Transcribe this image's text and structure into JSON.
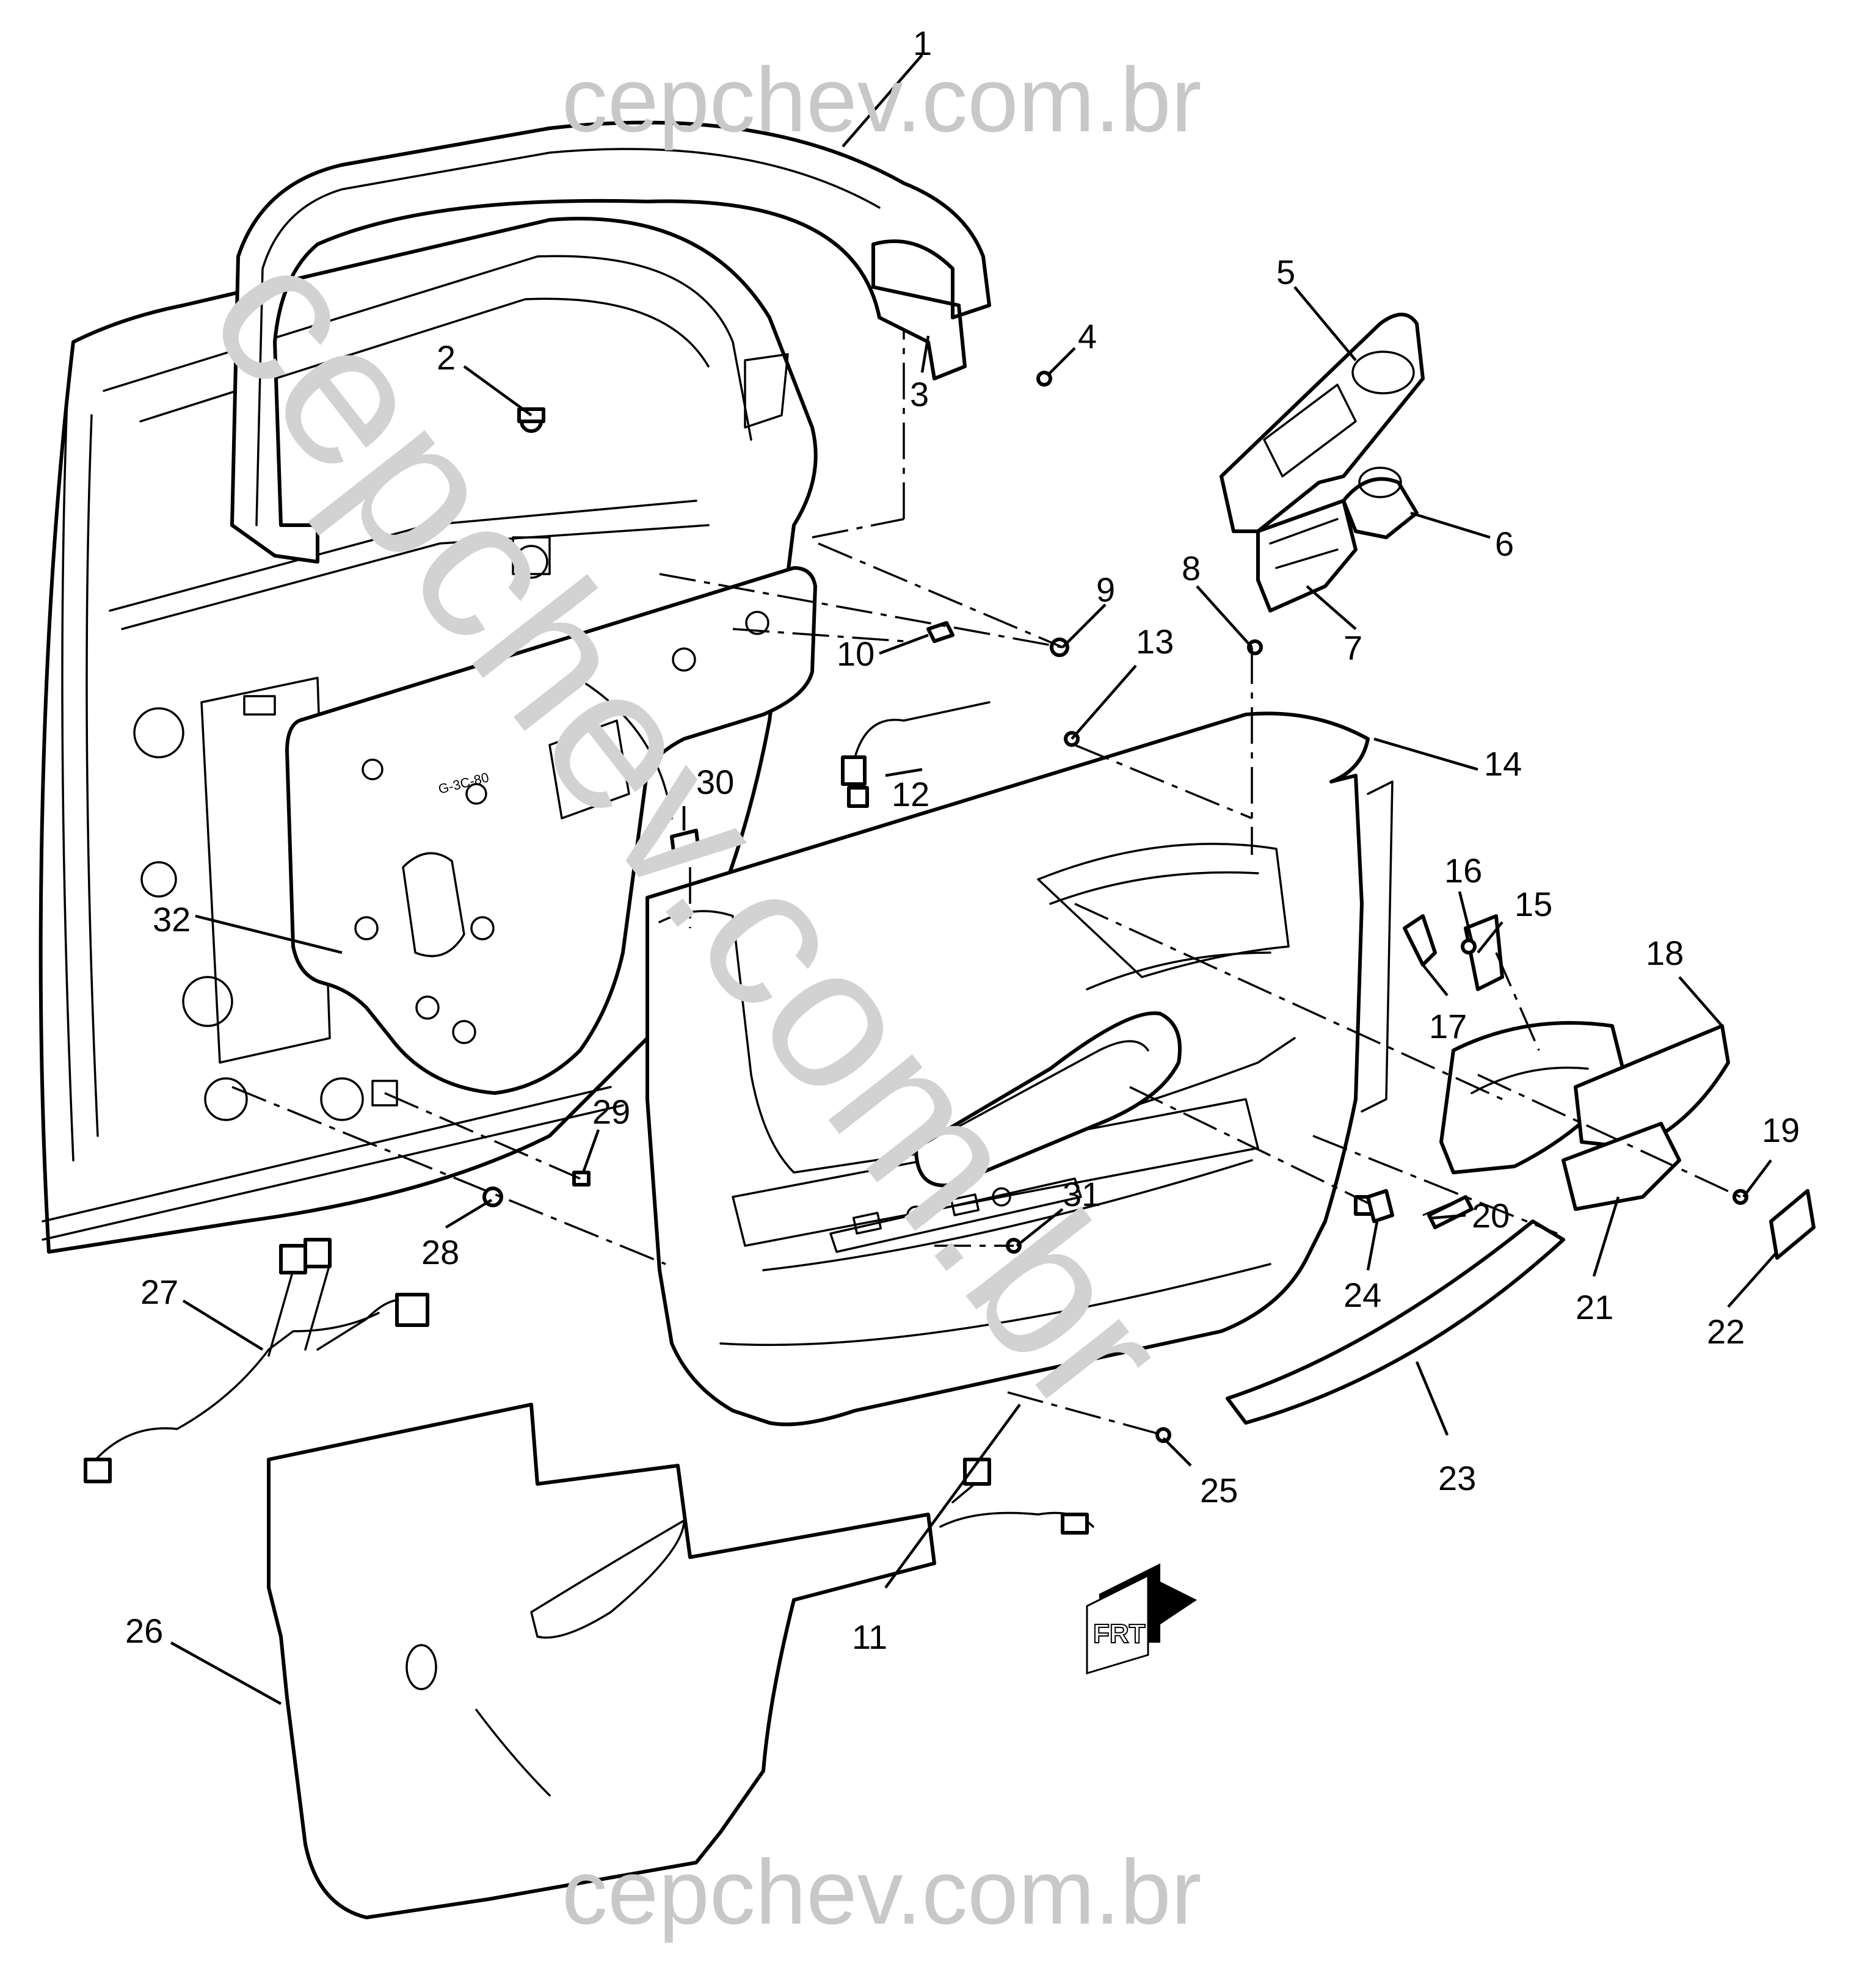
{
  "watermark": {
    "top": "cepchev.com.br",
    "diagonal": "cepchev.com.br",
    "bottom": "cepchev.com.br"
  },
  "direction_badge": {
    "label": "FRT",
    "icon": "frt-arrow-icon"
  },
  "callouts": {
    "c1": "1",
    "c2": "2",
    "c3": "3",
    "c4": "4",
    "c5": "5",
    "c6": "6",
    "c7": "7",
    "c8": "8",
    "c9": "9",
    "c10": "10",
    "c11": "11",
    "c12": "12",
    "c13": "13",
    "c14": "14",
    "c15": "15",
    "c16": "16",
    "c17": "17",
    "c18": "18",
    "c19": "19",
    "c20": "20",
    "c21": "21",
    "c22": "22",
    "c23": "23",
    "c24": "24",
    "c25": "25",
    "c26": "26",
    "c27": "27",
    "c28": "28",
    "c29": "29",
    "c30": "30",
    "c31": "31",
    "c32": "32"
  }
}
